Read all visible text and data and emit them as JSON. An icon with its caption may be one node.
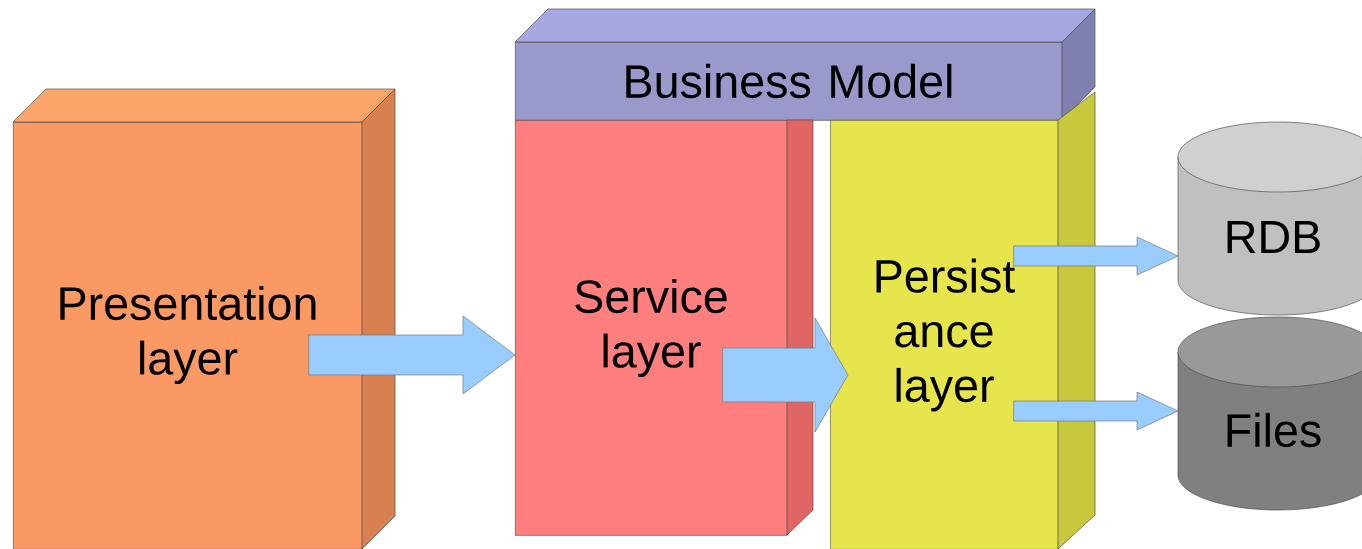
{
  "diagram": {
    "nodes": [
      {
        "text": [
          "Presentation layer"
        ]
      },
      {
        "text": [
          "Business Model"
        ]
      },
      {
        "text": [
          "Service layer"
        ]
      },
      {
        "text": [
          "Persist ance layer"
        ]
      },
      {
        "text": [
          "RDB"
        ]
      },
      {
        "text": [
          "Files"
        ]
      }
    ],
    "edges": [
      {
        "from": 0,
        "to": 2,
        "arrow": "to"
      },
      {
        "from": 2,
        "to": 3,
        "arrow": "to"
      },
      {
        "from": 3,
        "to": 4,
        "arrow": "to"
      },
      {
        "from": 3,
        "to": 5,
        "arrow": "to"
      }
    ]
  }
}
